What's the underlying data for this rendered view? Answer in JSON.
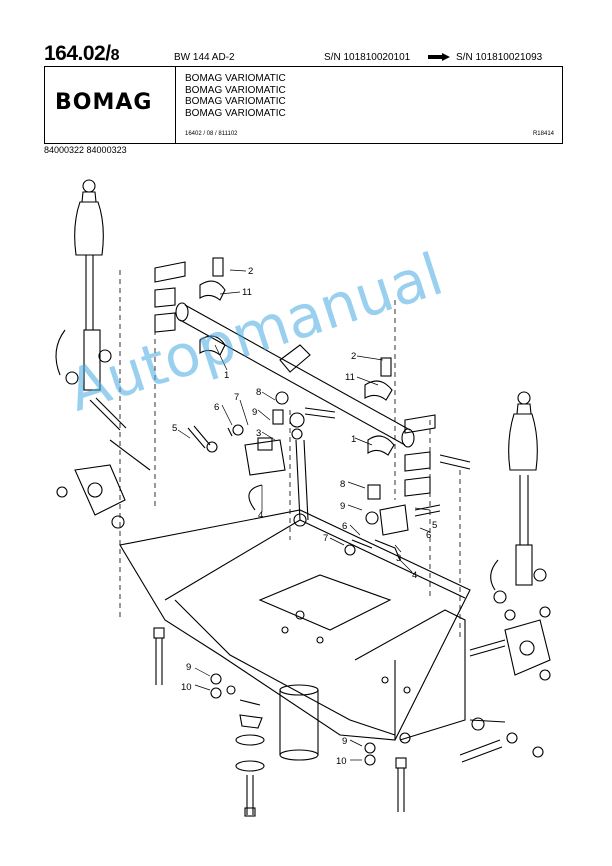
{
  "header": {
    "page_number": "164.02/",
    "page_sub": "8",
    "model": "BW 144 AD-2",
    "serial_from": "S/N 101810020101",
    "serial_to": "S/N 101810021093"
  },
  "title_block": {
    "logo": "BOMAG",
    "titles": [
      "BOMAG VARIOMATIC",
      "BOMAG VARIOMATIC",
      "BOMAG VARIOMATIC",
      "BOMAG VARIOMATIC"
    ],
    "code_left": "16402 / 08 / 811102",
    "code_right": "R18414"
  },
  "part_numbers": "84000322  84000323",
  "callouts": {
    "c1": "1",
    "c2": "2",
    "c3": "3",
    "c4": "4",
    "c5": "5",
    "c6": "6",
    "c7": "7",
    "c8": "8",
    "c9": "9",
    "c10": "10",
    "c11": "11"
  },
  "watermark": "Autopmanual",
  "colors": {
    "ink": "#000000",
    "watermark": "#46aae1"
  }
}
